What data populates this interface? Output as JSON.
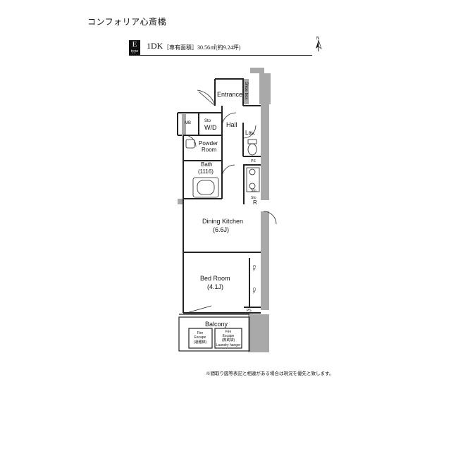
{
  "header": {
    "property_name": "コンフォリア心斎橋",
    "type_letter": "E",
    "type_word": "type",
    "layout": "1DK",
    "area_text": "［専有面積］30.56㎡(約9.24坪)",
    "north": "N"
  },
  "rooms": {
    "entrance": "Entrance",
    "shoe_box": "Shoe box",
    "mb": "MB",
    "sto_wd": "Sto",
    "wd": "W/D",
    "hall": "Hall",
    "lav": "Lav.",
    "powder_room_1": "Powder",
    "powder_room_2": "Room",
    "bath": "Bath",
    "bath_size": "(1116)",
    "ps_1": "PS",
    "sto_kitchen": "Sto.",
    "r": "R",
    "sto_2": "Sto",
    "dining_kitchen": "Dining Kitchen",
    "dining_size": "(6.6J)",
    "clo_1": "Clo.",
    "clo_2": "Clo.",
    "bed_room": "Bed Room",
    "bed_size": "(4.1J)",
    "ps_2": "PS",
    "balcony": "Balcony",
    "fire_escape_1": [
      "Fire",
      "Escape",
      "(避難梯)"
    ],
    "fire_escape_2": [
      "Fire",
      "Escape",
      "(救助袋)",
      "Laundry hanger"
    ]
  },
  "footer": {
    "note": "※間取り図等表記と相違がある場合は現況を優先と致します。"
  },
  "colors": {
    "wall": "#a9a9a9",
    "line": "#222222"
  }
}
